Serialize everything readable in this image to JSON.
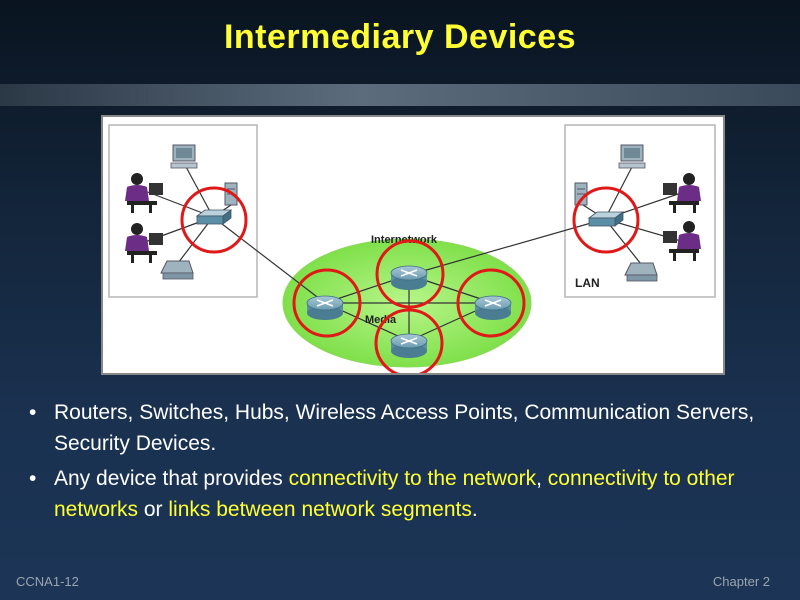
{
  "slide": {
    "title": "Intermediary Devices",
    "footer_left": "CCNA1-12",
    "footer_right": "Chapter 2"
  },
  "diagram": {
    "labels": {
      "internetwork": "Internetwork",
      "media": "Media",
      "lan": "LAN"
    },
    "colors": {
      "highlight_circle": "#e01818",
      "internetwork_cloud": "#7fe04a",
      "router": "#5a8fa6",
      "link": "#333333"
    }
  },
  "bullets": [
    {
      "text": "Routers, Switches, Hubs, Wireless Access Points, Communication Servers, Security Devices."
    },
    {
      "parts": [
        {
          "text": "Any device that provides ",
          "highlight": false
        },
        {
          "text": "connectivity to the network",
          "highlight": true
        },
        {
          "text": ", ",
          "highlight": false
        },
        {
          "text": "connectivity to other networks",
          "highlight": true
        },
        {
          "text": " or ",
          "highlight": false
        },
        {
          "text": "links between network segments",
          "highlight": true
        },
        {
          "text": ".",
          "highlight": false
        }
      ]
    }
  ]
}
